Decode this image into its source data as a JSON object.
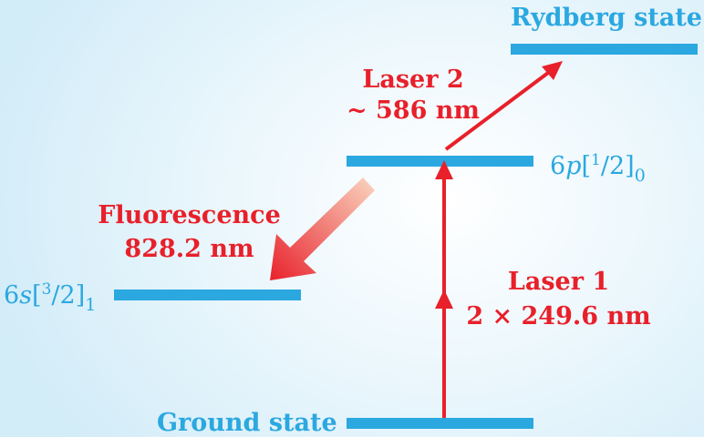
{
  "colors": {
    "level": "#2ba8e0",
    "arrow": "#e8202a",
    "fluorescence_start": "#f7c2b0"
  },
  "levels": {
    "rydberg": {
      "label": "Rydberg state"
    },
    "six_p": {
      "n": "6",
      "l": "p",
      "j_num": "1",
      "j_den": "2",
      "sub": "0"
    },
    "six_s": {
      "n": "6",
      "l": "s",
      "j_num": "3",
      "j_den": "2",
      "sub": "1"
    },
    "ground": {
      "label": "Ground state"
    }
  },
  "transitions": {
    "laser1": {
      "name": "Laser 1",
      "wavelength": "2 × 249.6 nm"
    },
    "laser2": {
      "name": "Laser 2",
      "wavelength": "~ 586 nm"
    },
    "fluorescence": {
      "name": "Fluorescence",
      "wavelength": "828.2 nm"
    }
  }
}
